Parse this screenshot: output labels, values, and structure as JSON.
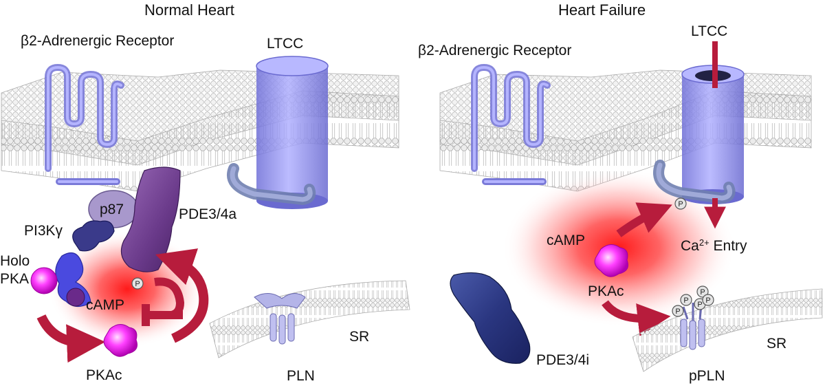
{
  "normal": {
    "title": "Normal Heart",
    "receptor": "β2-Adrenergic Receptor",
    "channel": "LTCC",
    "p87": "p87",
    "pde": "PDE3/4a",
    "pi3k": "PI3Kγ",
    "holo_line1": "Holo",
    "holo_line2": "PKA",
    "p_mark": "P",
    "camp": "cAMP",
    "pkac": "PKAc",
    "sr": "SR",
    "pln": "PLN"
  },
  "failure": {
    "title": "Heart Failure",
    "receptor": "β2-Adrenergic Receptor",
    "channel": "LTCC",
    "p_mark": "P",
    "camp": "cAMP",
    "ca_base": "Ca",
    "ca_sup": "2+",
    "ca_rest": " Entry",
    "pkac": "PKAc",
    "pde": "PDE3/4i",
    "sr": "SR",
    "ppln": "pPLN"
  },
  "colors": {
    "membrane_head": "#e6e6e6",
    "membrane_outline": "#999999",
    "receptor": "#9a9af0",
    "channel": "#9a9af5",
    "camp_glow": "#ff2020",
    "arrow": "#b71c3c",
    "pde_active": "#7a4a9a",
    "pde_inactive": "#2f3f8f",
    "pkac": "#ff44ff",
    "pi3k": "#3a3a8a",
    "p87": "#a898cc"
  },
  "icons": {
    "phospho": "circle-P-icon",
    "arrow": "curved-arrow-icon",
    "inhibit": "inhibition-bar-icon"
  }
}
